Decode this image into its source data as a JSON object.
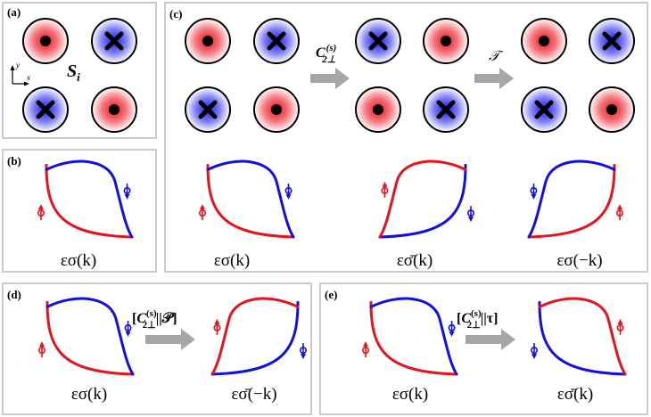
{
  "panels": {
    "a": {
      "label": "(a)",
      "axis_x": "x",
      "axis_y": "y",
      "sublattice": "S",
      "sublattice_sub": "i"
    },
    "b": {
      "label": "(b)",
      "caption": "εσ(k)"
    },
    "c": {
      "label": "(c)",
      "op1": "C",
      "op1_sup": "(s)",
      "op1_sub": "2⊥",
      "op2": "𝒯",
      "captions": [
        "εσ(k)",
        "εσ̄(k)",
        "εσ(−k)"
      ]
    },
    "d": {
      "label": "(d)",
      "op": "[C(s)2⊥||𝒫]",
      "op_parts": {
        "open": "[",
        "C": "C",
        "sup": "(s)",
        "sub": "2⊥",
        "rest": "||𝒫]"
      },
      "captions": [
        "εσ(k)",
        "εσ̄(−k)"
      ]
    },
    "e": {
      "label": "(e)",
      "op": "[C(s)2⊥||τ]",
      "op_parts": {
        "open": "[",
        "C": "C",
        "sup": "(s)",
        "sub": "2⊥",
        "rest": "||τ]"
      },
      "captions": [
        "εσ(k)",
        "εσ̄(k)"
      ]
    }
  },
  "colors": {
    "red": "#e8121c",
    "blue": "#1010e0",
    "frame": "#cccccc",
    "arrow": "#a6a6a6"
  },
  "symbols": {
    "dot": "spin-out-of-plane-dot",
    "cross": "spin-into-plane-cross"
  }
}
